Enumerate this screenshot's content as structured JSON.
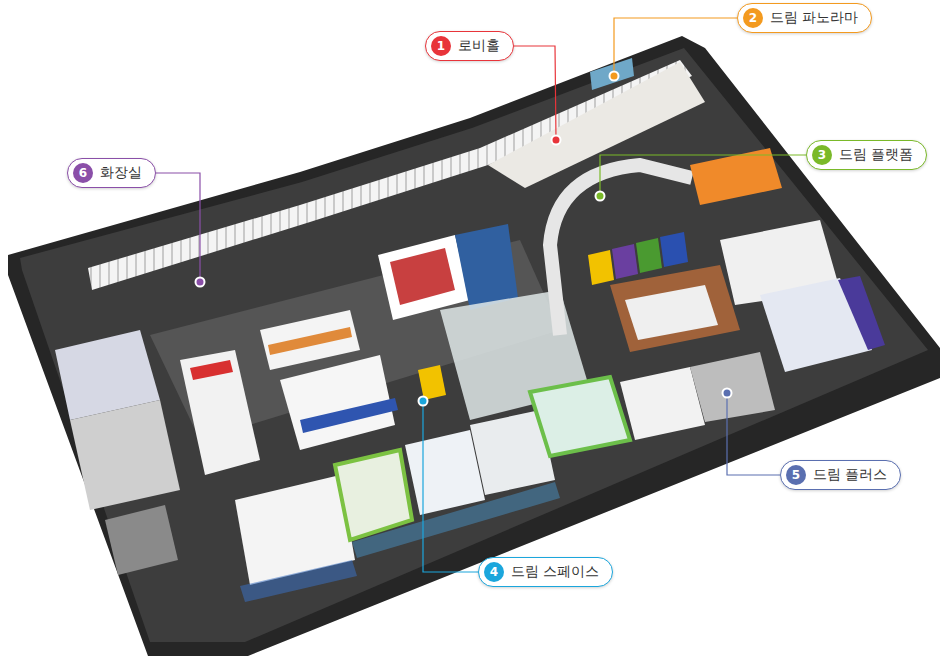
{
  "diagram": {
    "nodes": [
      {
        "text": [
          "1",
          "로비홀"
        ]
      },
      {
        "text": [
          "2",
          "드림 파노라마"
        ]
      },
      {
        "text": [
          "3",
          "드림 플랫폼"
        ]
      },
      {
        "text": [
          "4",
          "드림 스페이스"
        ]
      },
      {
        "text": [
          "5",
          "드림 플러스"
        ]
      },
      {
        "text": [
          "6",
          "화장실"
        ]
      }
    ]
  }
}
